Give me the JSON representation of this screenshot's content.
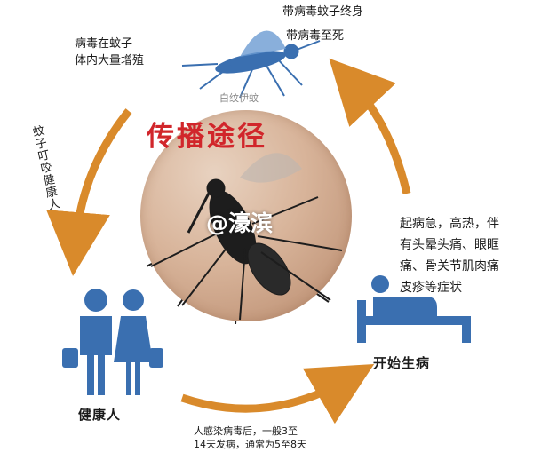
{
  "title": "传播途径",
  "watermark": "@濠滨",
  "mosquito_label": "白纹伊蚊",
  "top_right_text": [
    "带病毒蚊子终身",
    "带病毒至死"
  ],
  "top_left_text": [
    "病毒在蚊子",
    "体内大量增殖"
  ],
  "left_side_text": "蚊子叮咬健康人",
  "symptoms_text": [
    "起病急，高热，伴",
    "有头晕头痛、眼眶",
    "痛、骨关节肌肉痛",
    "皮疹等症状"
  ],
  "sick_label": "开始生病",
  "healthy_label": "健康人",
  "bottom_text": [
    "人感染病毒后，一般3至",
    "14天发病，通常为5至8天"
  ],
  "colors": {
    "arrow": "#d98a2b",
    "title": "#d1262b",
    "icon": "#3a6fb0"
  }
}
